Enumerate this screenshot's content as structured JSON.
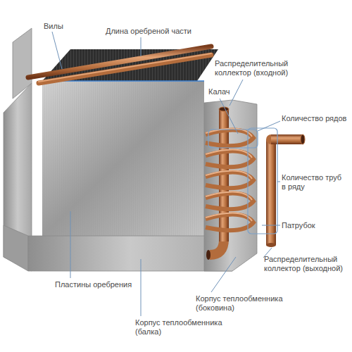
{
  "diagram": {
    "labels": [
      "Вилы",
      "Длина оребреной части",
      "Распределительный коллектор (входной)",
      "Калач",
      "Количество рядов",
      "Количество труб в ряду",
      "Патрубок",
      "Распределительный коллектор (выходной)",
      "Пластины оребрения",
      "Корпус теплообменника (боковина)",
      "Корпус теплообменника (балка)"
    ]
  }
}
